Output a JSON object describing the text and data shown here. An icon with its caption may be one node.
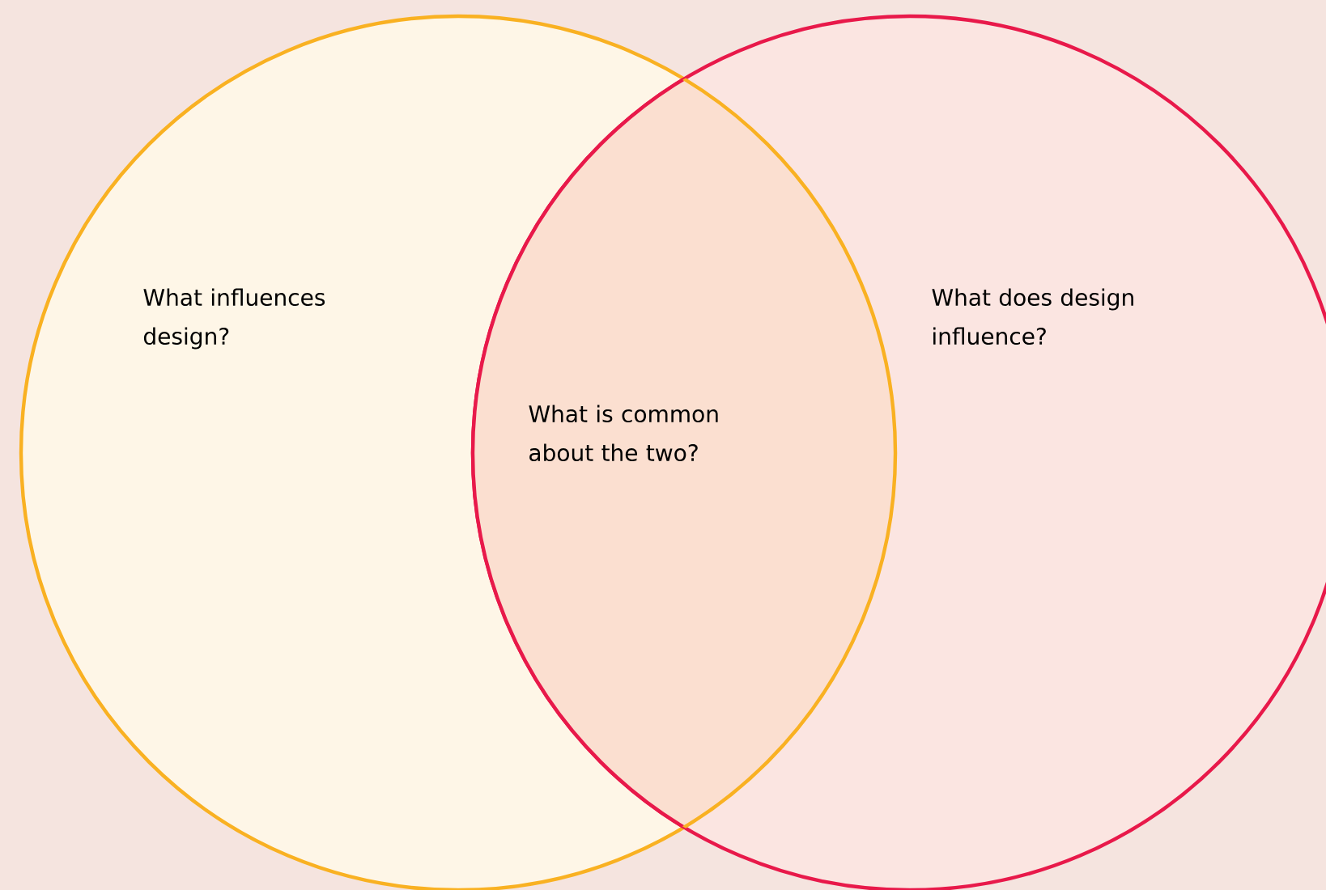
{
  "diagram": {
    "nodes": [
      {
        "text": [
          "What influences design?"
        ]
      },
      {
        "text": [
          "What does design influence?"
        ]
      }
    ],
    "labels": [
      "What is common about the two?"
    ]
  }
}
